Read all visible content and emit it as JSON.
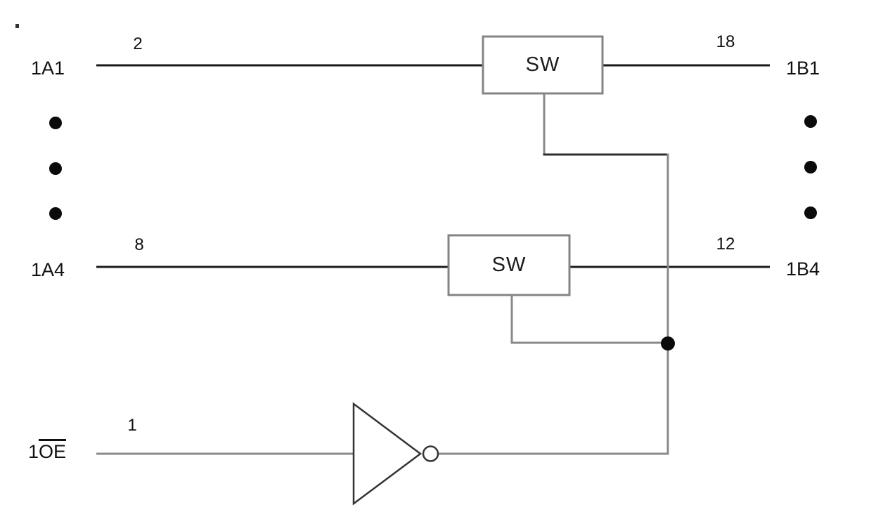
{
  "figure": {
    "rows": [
      {
        "port_left": "1A1",
        "pin_left": "2",
        "switch_label": "SW",
        "pin_right": "18",
        "port_right": "1B1"
      },
      {
        "port_left": "1A4",
        "pin_left": "8",
        "switch_label": "SW",
        "pin_right": "12",
        "port_right": "1B4"
      }
    ],
    "enable": {
      "prefix": "1",
      "signal": "OE",
      "pin": "1"
    },
    "colors": {
      "signal_line": "#1a1a1a",
      "control_line": "#8a8a8a",
      "control_line_dark": "#2e2e2e",
      "box_border": "#848484",
      "gate_stroke": "#333333",
      "dot_fill": "#0b0b0b",
      "text": "#111111"
    }
  }
}
